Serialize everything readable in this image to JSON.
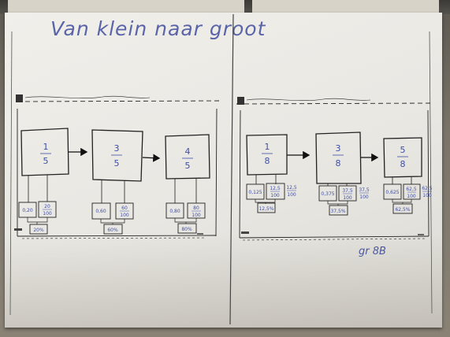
{
  "handwriting": {
    "title": "Van klein naar groot",
    "note": "gr 8B"
  },
  "left_sheet": {
    "chain": [
      {
        "num": "1",
        "den": "5",
        "decimal": "0,20",
        "percent_num": "20",
        "percent_den": "100",
        "pct": "20%"
      },
      {
        "num": "3",
        "den": "5",
        "decimal": "0,60",
        "percent_num": "60",
        "percent_den": "100",
        "pct": "60%"
      },
      {
        "num": "4",
        "den": "5",
        "decimal": "0,80",
        "percent_num": "80",
        "percent_den": "100",
        "pct": "80%"
      }
    ]
  },
  "right_sheet": {
    "chain": [
      {
        "num": "1",
        "den": "8",
        "decimal": "0,125",
        "percent_num": "12,5",
        "percent_den": "100",
        "extra_num": "12,5",
        "extra_den": "100",
        "pct": "12,5%"
      },
      {
        "num": "3",
        "den": "8",
        "decimal": "0,375",
        "percent_num": "37,5",
        "percent_den": "100",
        "extra_num": "37,5",
        "extra_den": "100",
        "pct": "37,5%"
      },
      {
        "num": "5",
        "den": "8",
        "decimal": "0,625",
        "percent_num": "62,5",
        "percent_den": "100",
        "extra_num": "62,5",
        "extra_den": "100",
        "pct": "62,5%"
      }
    ]
  }
}
